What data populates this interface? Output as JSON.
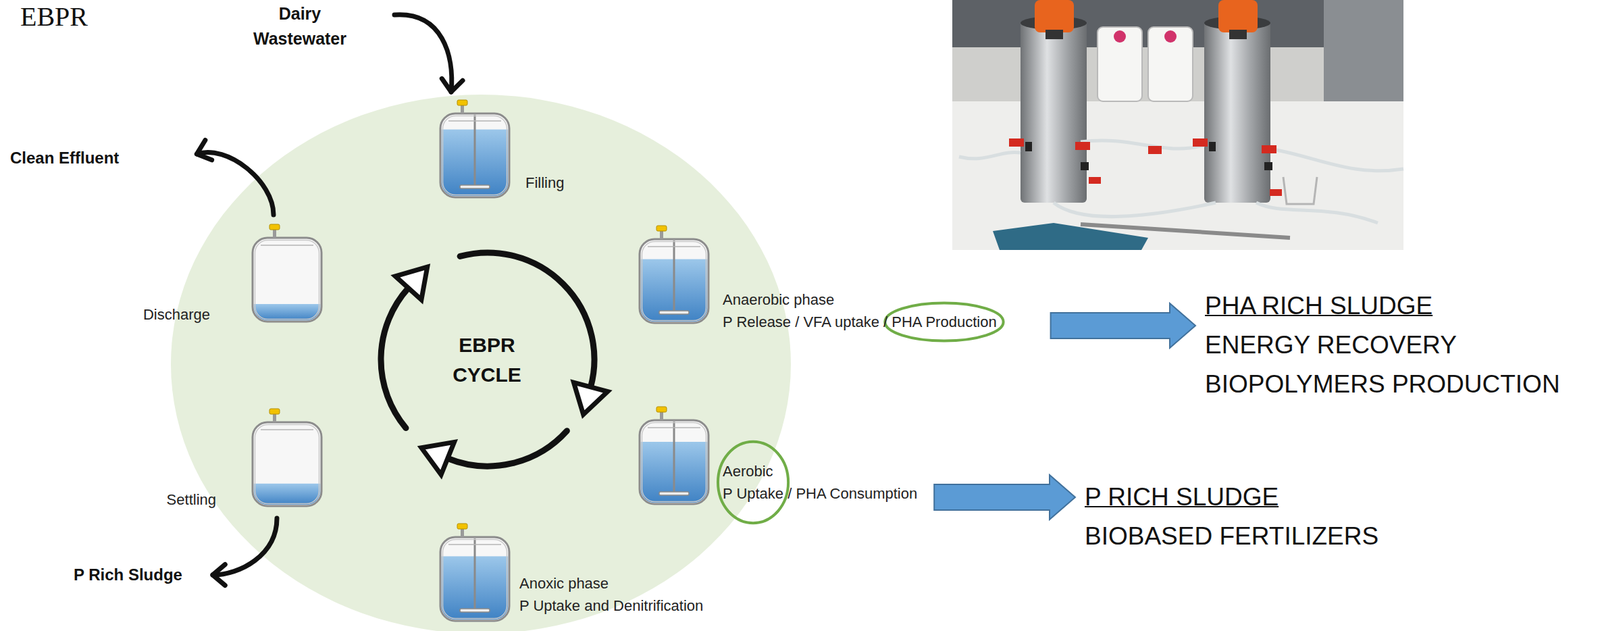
{
  "diagram": {
    "nodes": [
      {
        "text": [
          "Dairy Wastewater"
        ]
      },
      {
        "text": [
          "Filling"
        ]
      },
      {
        "text": [
          "Anaerobic phase",
          "P Release / VFA uptake / PHA Production"
        ]
      },
      {
        "text": [
          "Aerobic",
          "P Uptake / PHA Consumption"
        ]
      },
      {
        "text": [
          "Anoxic phase",
          "P Uptake and Denitrification"
        ]
      },
      {
        "text": [
          "Settling"
        ]
      },
      {
        "text": [
          "Discharge"
        ]
      },
      {
        "text": [
          "Clean Effluent"
        ]
      },
      {
        "text": [
          "P Rich Sludge"
        ]
      },
      {
        "text": [
          "PHA RICH SLUDGE",
          "ENERGY RECOVERY",
          "BIOPOLYMERS PRODUCTION"
        ]
      },
      {
        "text": [
          "P RICH SLUDGE",
          "BIOBASED FERTILIZERS"
        ]
      }
    ],
    "edges": [
      {
        "from": 0,
        "to": 1,
        "arrow": "to"
      },
      {
        "from": 6,
        "to": 7,
        "arrow": "to"
      },
      {
        "from": 5,
        "to": 8,
        "arrow": "to"
      },
      {
        "from": 2,
        "to": 9,
        "arrow": "to"
      },
      {
        "from": 3,
        "to": 10,
        "arrow": "to"
      }
    ],
    "labels": [
      "EBPR",
      "EBPR CYCLE"
    ]
  }
}
